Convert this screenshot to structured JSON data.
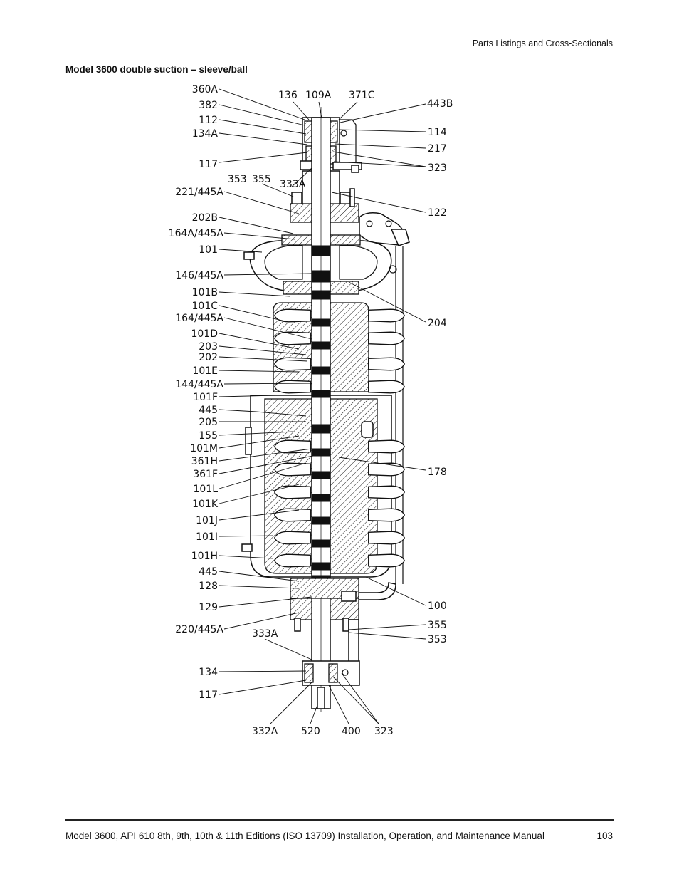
{
  "header": {
    "section": "Parts Listings and Cross-Sectionals"
  },
  "title": "Model 3600 double suction – sleeve/ball",
  "footer": {
    "manual": "Model 3600, API 610 8th, 9th, 10th & 11th Editions (ISO 13709) Installation, Operation, and Maintenance Manual",
    "page": "103"
  },
  "labels": {
    "l360A": "360A",
    "l382": "382",
    "l112": "112",
    "l134A": "134A",
    "l117a": "117",
    "l353a": "353",
    "l355a": "355",
    "l333Aa": "333A",
    "l221": "221/445A",
    "l202B": "202B",
    "l164A": "164A/445A",
    "l101": "101",
    "l146": "146/445A",
    "l101B": "101B",
    "l101C": "101C",
    "l164": "164/445A",
    "l101D": "101D",
    "l203": "203",
    "l202": "202",
    "l101E": "101E",
    "l144": "144/445A",
    "l101F": "101F",
    "l445a": "445",
    "l205": "205",
    "l155": "155",
    "l101M": "101M",
    "l361H": "361H",
    "l361F": "361F",
    "l101L": "101L",
    "l101K": "101K",
    "l101J": "101J",
    "l101I": "101I",
    "l101H": "101H",
    "l445b": "445",
    "l128": "128",
    "l129": "129",
    "l220": "220/445A",
    "l333Ab": "333A",
    "l134": "134",
    "l117b": "117",
    "l332A": "332A",
    "l520": "520",
    "l400": "400",
    "l323b": "323",
    "l136": "136",
    "l109A": "109A",
    "l371C": "371C",
    "l443B": "443B",
    "l114": "114",
    "l217": "217",
    "l323a": "323",
    "l122": "122",
    "l204": "204",
    "l178": "178",
    "l100": "100",
    "l355b": "355",
    "l353b": "353"
  }
}
